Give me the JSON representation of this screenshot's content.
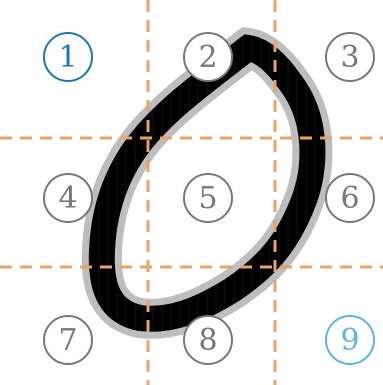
{
  "image": {
    "description_free": true,
    "digit_bitmap_rows": [
      "..........................................",
      "..........................................",
      "..........................................",
      ".......................##.................",
      "......................####................",
      ".....................#####................",
      "...................#######................",
      "..................########................",
      ".................#########................",
      "................###....###................",
      "...............##......###................",
      "..............##.......###................",
      ".............##........###................",
      "............##.........###................",
      "...........##..........##.................",
      "..........##..........##..................",
      ".........##..........##...................",
      ".........##.........##....................",
      ".........##........##.....................",
      ".........##.......##......................",
      ".........##......##.......................",
      "..........########........................",
      "...........######........................."
    ]
  },
  "cells": [
    {
      "label": "1",
      "color": "#1a78b4"
    },
    {
      "label": "2",
      "color": "#777777"
    },
    {
      "label": "3",
      "color": "#777777"
    },
    {
      "label": "4",
      "color": "#777777"
    },
    {
      "label": "5",
      "color": "#777777"
    },
    {
      "label": "6",
      "color": "#777777"
    },
    {
      "label": "7",
      "color": "#777777"
    },
    {
      "label": "8",
      "color": "#777777"
    },
    {
      "label": "9",
      "color": "#5ab4e0"
    }
  ],
  "colors": {
    "grid_line": "#e8a36a",
    "ink": "#000000",
    "background": "#ffffff"
  }
}
